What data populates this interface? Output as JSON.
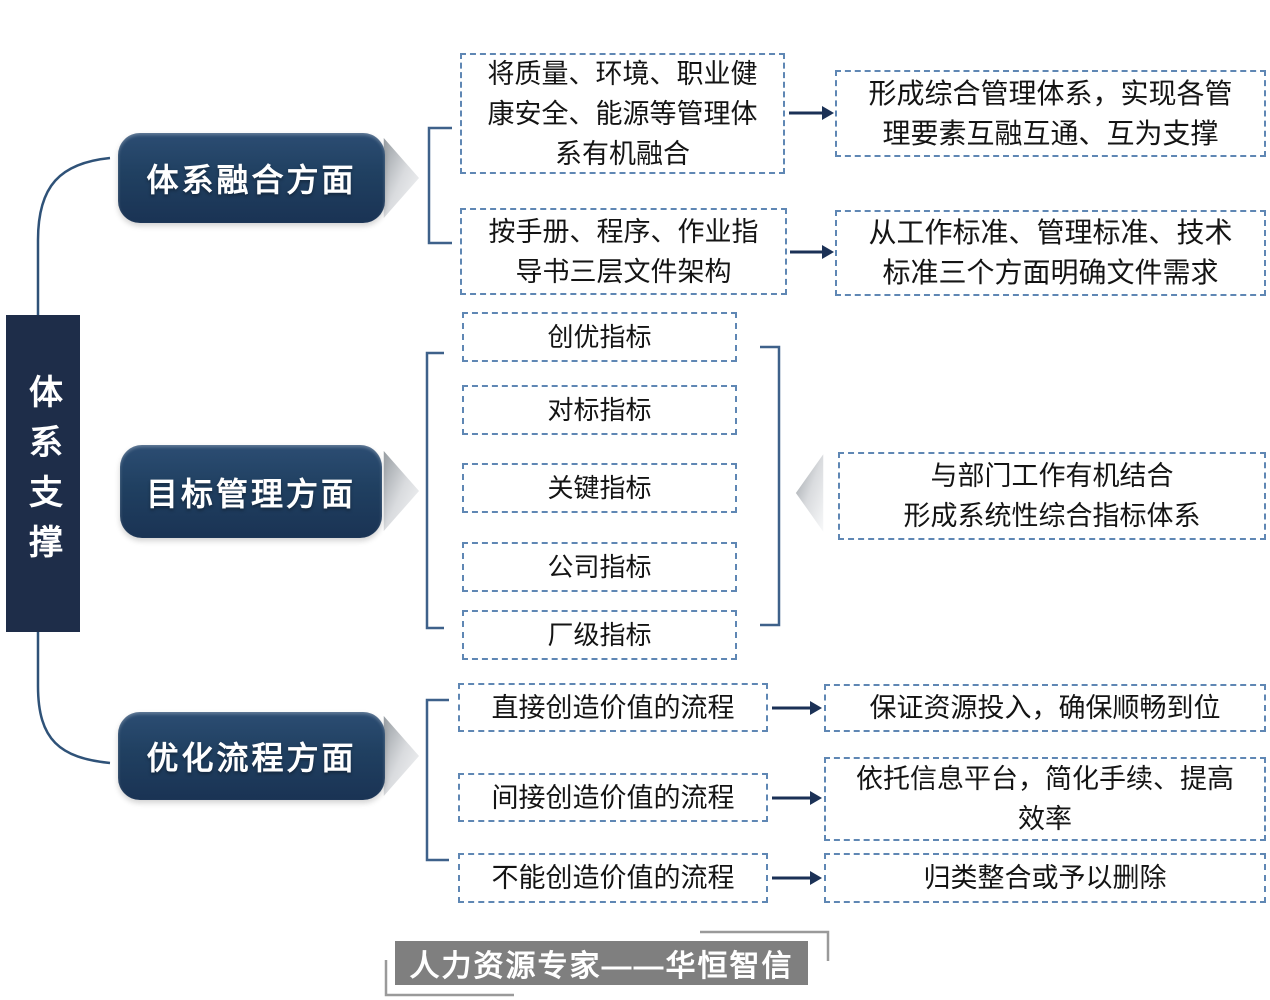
{
  "root": {
    "label": "体系支撑"
  },
  "sections": {
    "integration": {
      "label": "体系融合方面",
      "pairs": [
        {
          "cause": "将质量、环境、职业健康安全、能源等管理体系有机融合",
          "effect": "形成综合管理体系，实现各管理要素互融互通、互为支撑"
        },
        {
          "cause": "按手册、程序、作业指导书三层文件架构",
          "effect": "从工作标准、管理标准、技术标准三个方面明确文件需求"
        }
      ]
    },
    "targets": {
      "label": "目标管理方面",
      "indicators": [
        "创优指标",
        "对标指标",
        "关键指标",
        "公司指标",
        "厂级指标"
      ],
      "summary": {
        "line1": "与部门工作有机结合",
        "line2": "形成系统性综合指标体系"
      }
    },
    "process": {
      "label": "优化流程方面",
      "pairs": [
        {
          "cause": "直接创造价值的流程",
          "effect": "保证资源投入，确保顺畅到位"
        },
        {
          "cause": "间接创造价值的流程",
          "effect": "依托信息平台，简化手续、提高效率"
        },
        {
          "cause": "不能创造价值的流程",
          "effect": "归类整合或予以删除"
        }
      ]
    }
  },
  "footer": {
    "text": "人力资源专家——华恒智信"
  },
  "colors": {
    "node_fill": "#204061",
    "root_fill": "#1e2d49",
    "dashed_border": "#5f87b4",
    "bracket": "#3e618a",
    "arrow": "#1b3156",
    "footer_bg": "#7f7f7f",
    "text": "#141414"
  }
}
